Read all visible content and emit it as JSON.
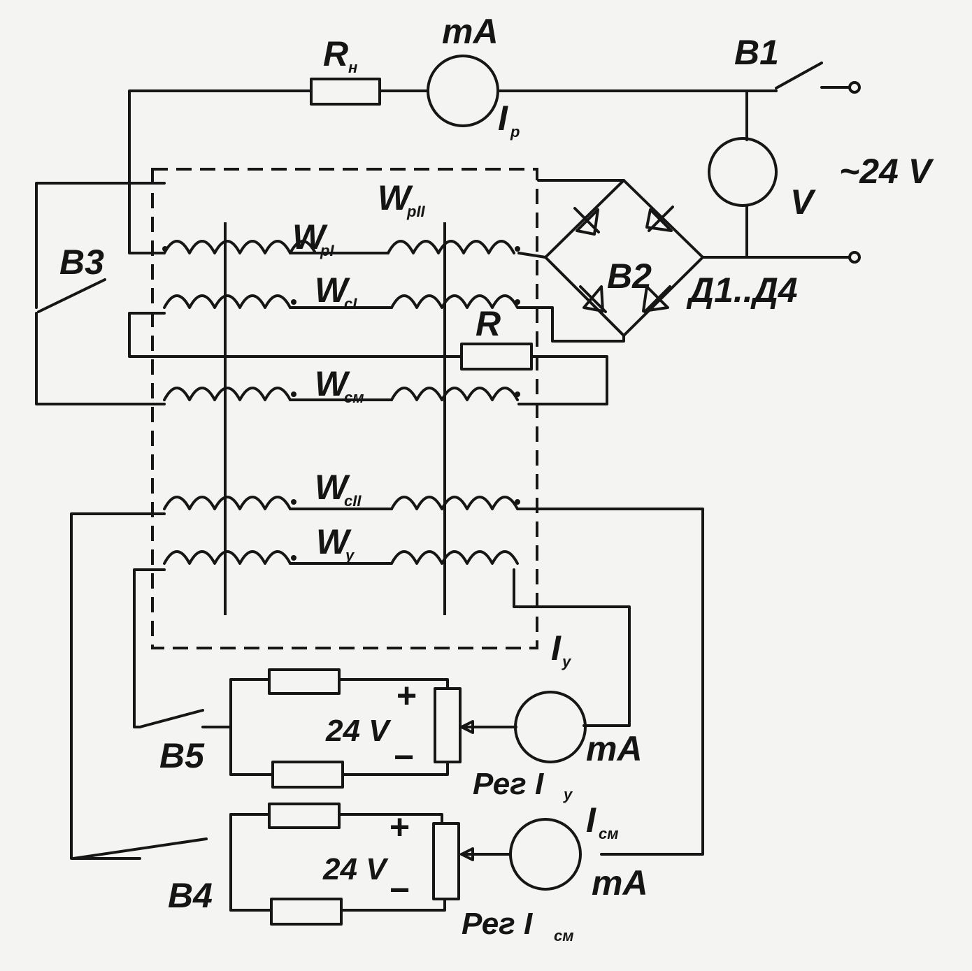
{
  "labels": {
    "rn": "R",
    "rn_sub": "н",
    "ma_top": "mA",
    "ip": "I",
    "ip_sub": "р",
    "b1": "B1",
    "supply_ac": "~24 V",
    "v_meter": "V",
    "b3": "B3",
    "wp1": "W",
    "wp1_sub": "рI",
    "wp2": "W",
    "wp2_sub": "рII",
    "wc1": "W",
    "wc1_sub": "cI",
    "wc2": "W",
    "wc2_sub": "cII",
    "wcm": "W",
    "wcm_sub": "см",
    "wy": "W",
    "wy_sub": "у",
    "r": "R",
    "b2": "B2",
    "diodes": "Д1..Д4",
    "iy": "I",
    "iy_sub": "у",
    "plus1": "+",
    "minus1": "−",
    "dc1": "24 V",
    "ma_y": "mA",
    "b5": "B5",
    "reg_y": "Рег I",
    "reg_y_sub": "у",
    "icm": "I",
    "icm_sub": "см",
    "plus2": "+",
    "minus2": "−",
    "dc2": "24 V",
    "ma_cm": "mA",
    "b4": "B4",
    "reg_cm": "Рег I",
    "reg_cm_sub": "см"
  }
}
